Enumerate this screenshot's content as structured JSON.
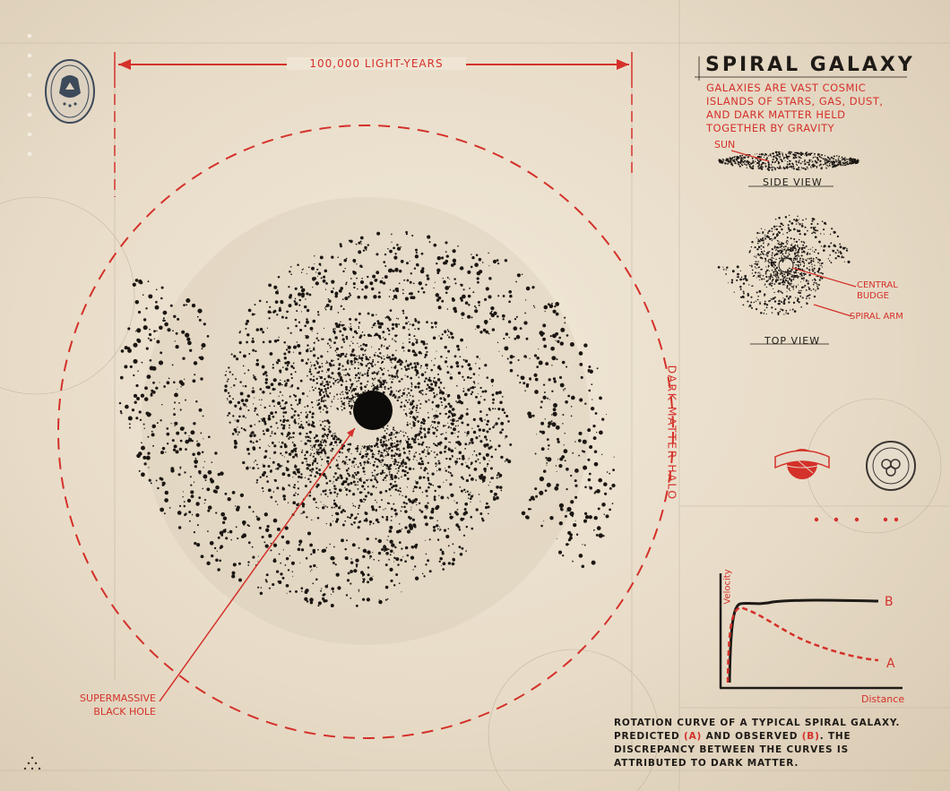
{
  "scale_label": "100,000 LIGHT-YEARS",
  "title": "SPIRAL GALAXY",
  "subtitle": "GALAXIES ARE VAST COSMIC ISLANDS OF STARS, GAS, DUST, AND DARK MATTER HELD TOGETHER BY GRAVITY",
  "side_view": {
    "sun_label": "SUN",
    "caption": "SIDE VIEW"
  },
  "top_view": {
    "central_label": "CENTRAL BUDGE",
    "spiral_label": "SPIRAL ARM",
    "caption": "TOP VIEW"
  },
  "halo_label": "DARK MATTER HALO",
  "black_hole_label": "SUPERMASSIVE BLACK HOLE",
  "rotation_chart": {
    "y_label": "Velocity",
    "x_label": "Distance",
    "curve_b_label": "B",
    "curve_a_label": "A",
    "caption_parts": [
      "ROTATION CURVE OF A TYPICAL SPIRAL GALAXY. PREDICTED ",
      "(A)",
      " AND OBSERVED ",
      "(B)",
      ". THE DISCREPANCY BETWEEN THE CURVES IS ATTRIBUTED TO DARK MATTER."
    ]
  },
  "colors": {
    "accent": "#d4312a",
    "ink": "#1e1a16",
    "paper": "#ece2d1"
  }
}
